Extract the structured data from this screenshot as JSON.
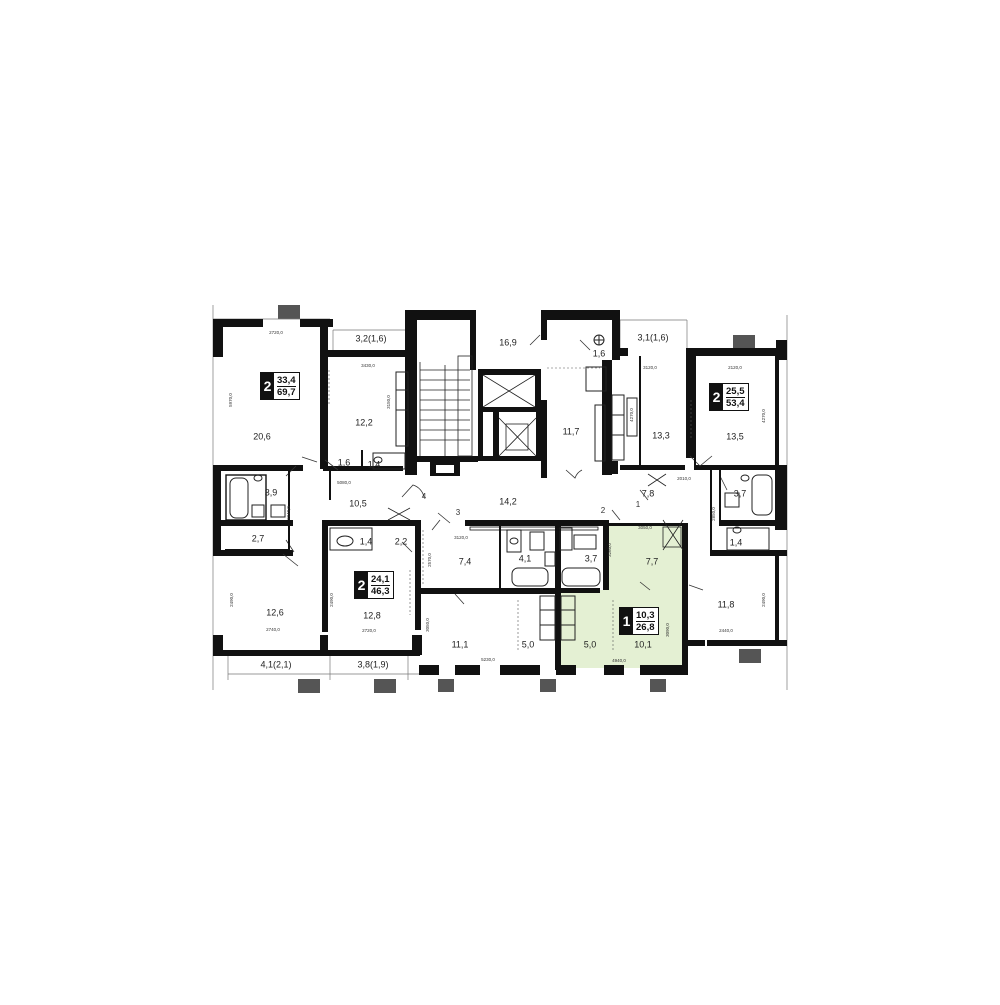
{
  "apartments": [
    {
      "id": "apt-top-left",
      "rooms": "2",
      "living_area": "33,4",
      "total_area": "69,7"
    },
    {
      "id": "apt-top-right",
      "rooms": "2",
      "living_area": "25,5",
      "total_area": "53,4"
    },
    {
      "id": "apt-bottom-left",
      "rooms": "2",
      "living_area": "24,1",
      "total_area": "46,3"
    },
    {
      "id": "apt-highlight",
      "rooms": "1",
      "living_area": "10,3",
      "total_area": "26,8"
    }
  ],
  "room_areas": {
    "balcony_top_left": "3,2(1,6)",
    "balcony_top_right": "3,1(1,6)",
    "hall_top": "16,9",
    "shaft_small": "1,6",
    "room_20_6": "20,6",
    "kitchen_12_2": "12,2",
    "wc_1_6": "1,6",
    "wc_1_4_top": "1,4",
    "bath_3_9": "3,9",
    "corridor_10_5": "10,5",
    "corridor_14_2": "14,2",
    "lobby_11_7": "11,7",
    "room_13_3": "13,3",
    "room_13_5": "13,5",
    "hall_7_8": "7,8",
    "bath_3_7_right": "3,7",
    "wc_1_4_right": "1,4",
    "storage_2_7": "2,7",
    "wc_1_4_mid": "1,4",
    "hall_2_2": "2,2",
    "hall_7_4": "7,4",
    "bath_4_1": "4,1",
    "bath_3_7_mid": "3,7",
    "hall_7_7": "7,7",
    "room_12_6": "12,6",
    "room_12_8": "12,8",
    "room_11_1": "11,1",
    "kitchen_5_0_a": "5,0",
    "kitchen_5_0_b": "5,0",
    "room_10_1": "10,1",
    "room_11_8": "11,8",
    "balcony_bottom_left": "4,1(2,1)",
    "balcony_bottom_mid": "3,8(1,9)"
  },
  "door_numbers": [
    "1",
    "2",
    "3",
    "4"
  ],
  "dimensions": {
    "d2720_top": "2720,0",
    "d3430": "3430,0",
    "d3120_a": "3120,0",
    "d2120_top_right": "2120,0",
    "d5970": "5970,0",
    "d3150": "3150,0",
    "d4270_a": "4270,0",
    "d4270_b": "4270,0",
    "d5080": "5080,0",
    "d2010": "2010,0",
    "d2240": "2240,0",
    "d3120_mid": "3120,0",
    "d3050": "3050,0",
    "d2570": "2570,0",
    "d3260": "3260,0",
    "d2850": "2850,0",
    "d2490_a": "2490,0",
    "d2490_b": "2490,0",
    "d2490_c": "2490,0",
    "d2740": "2740,0",
    "d2720_bottom": "2720,0",
    "d3050_bottom": "3050,0",
    "d5230": "5230,0",
    "d3090": "3090,0",
    "d4940": "4940,0",
    "d2440": "2440,0"
  },
  "colors": {
    "wall": "#111111",
    "highlight": "#e4f0d3",
    "balcony_block": "#555555",
    "thin_line": "#444444"
  }
}
